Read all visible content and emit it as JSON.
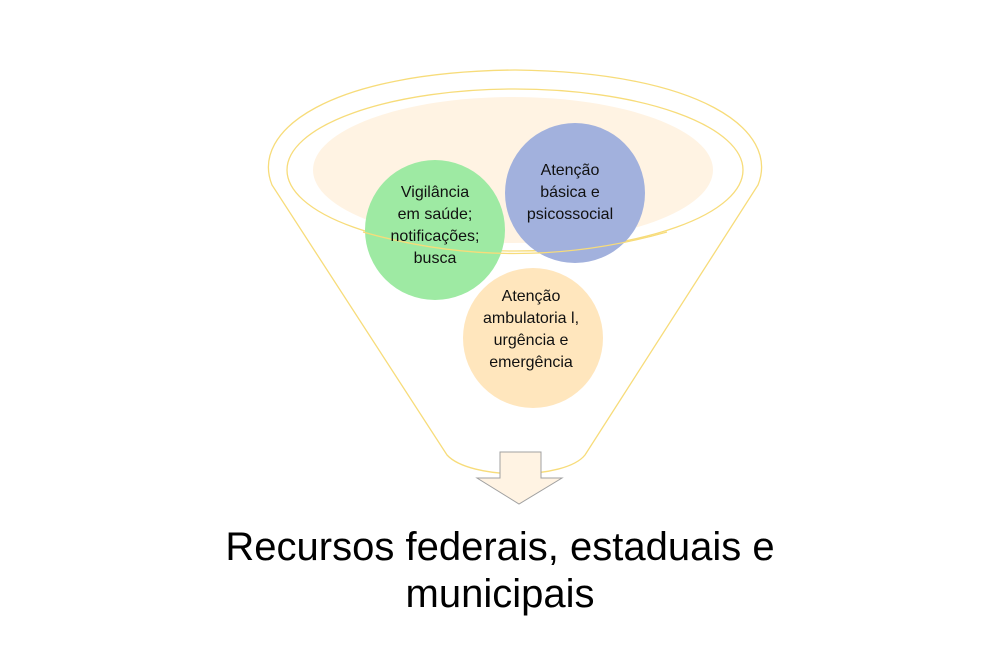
{
  "diagram": {
    "circles": [
      {
        "label_lines": [
          "Vigilância",
          "em saúde;",
          "notificações;",
          "busca"
        ],
        "color": "#9eeaa3"
      },
      {
        "label_lines": [
          "Atenção",
          "básica e",
          "psicossocial"
        ],
        "color": "#a2b1dd"
      },
      {
        "label_lines": [
          "Atenção",
          "ambulatoria l,",
          "urgência e",
          "emergência"
        ],
        "color": "#ffe6bd"
      }
    ],
    "caption_lines": [
      "Recursos federais, estaduais e",
      "municipais"
    ],
    "colors": {
      "funnel_stroke": "#f7dc7a",
      "funnel_fill": "#fff3e3",
      "arrow_fill": "#fff3e3",
      "arrow_stroke": "#a0a0a0"
    }
  }
}
